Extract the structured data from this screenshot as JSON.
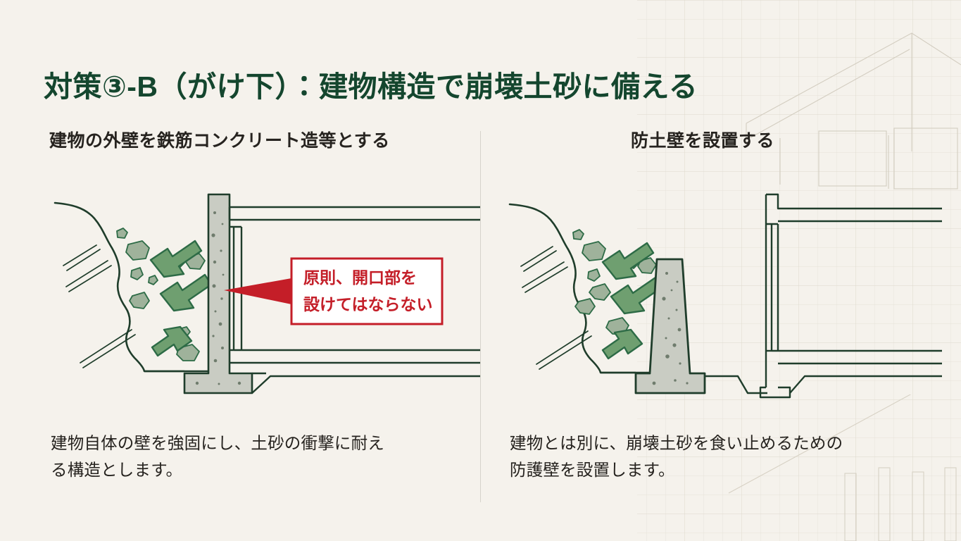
{
  "slide": {
    "title": "対策③-B（がけ下）：建物構造で崩壊土砂に備える",
    "background_color": "#f5f2ec",
    "title_color": "#14462e",
    "accent_green": "#2d6b46",
    "arrow_fill": "#6f9f70",
    "arrow_stroke": "#2d6b46",
    "concrete_fill": "#c9ccc3",
    "rock_fill": "#9fb29b",
    "callout_red": "#c41e28",
    "divider_color": "#d6d3cb"
  },
  "columns": [
    {
      "id": "left",
      "heading": "建物の外壁を鉄筋コンクリート造等とする",
      "figure": {
        "name": "rc-exterior-wall-diagram",
        "description": "がけ下の建物：崩壊土砂が鉄筋コンクリート外壁に衝突する断面図",
        "callout": {
          "name": "no-opening-callout",
          "lines": [
            "原則、開口部を",
            "設けてはならない"
          ],
          "border_color": "#c41e28",
          "text_color": "#c41e28",
          "background": "#ffffff"
        },
        "elements": [
          "slope-line",
          "falling-rocks",
          "debris-arrows",
          "rc-wall",
          "floor-slabs",
          "footing"
        ]
      },
      "caption_lines": [
        "建物自体の壁を強固にし、土砂の衝撃に耐え",
        "る構造とします。"
      ]
    },
    {
      "id": "right",
      "heading": "防土壁を設置する",
      "figure": {
        "name": "protective-wall-diagram",
        "description": "がけ下の建物とは別に防護壁（防土壁）を設置した断面図",
        "callout": null,
        "elements": [
          "slope-line",
          "falling-rocks",
          "debris-arrows",
          "protective-wall",
          "building-frame",
          "footing"
        ]
      },
      "caption_lines": [
        "建物とは別に、崩壊土砂を食い止めるための",
        "防護壁を設置します。"
      ]
    }
  ]
}
